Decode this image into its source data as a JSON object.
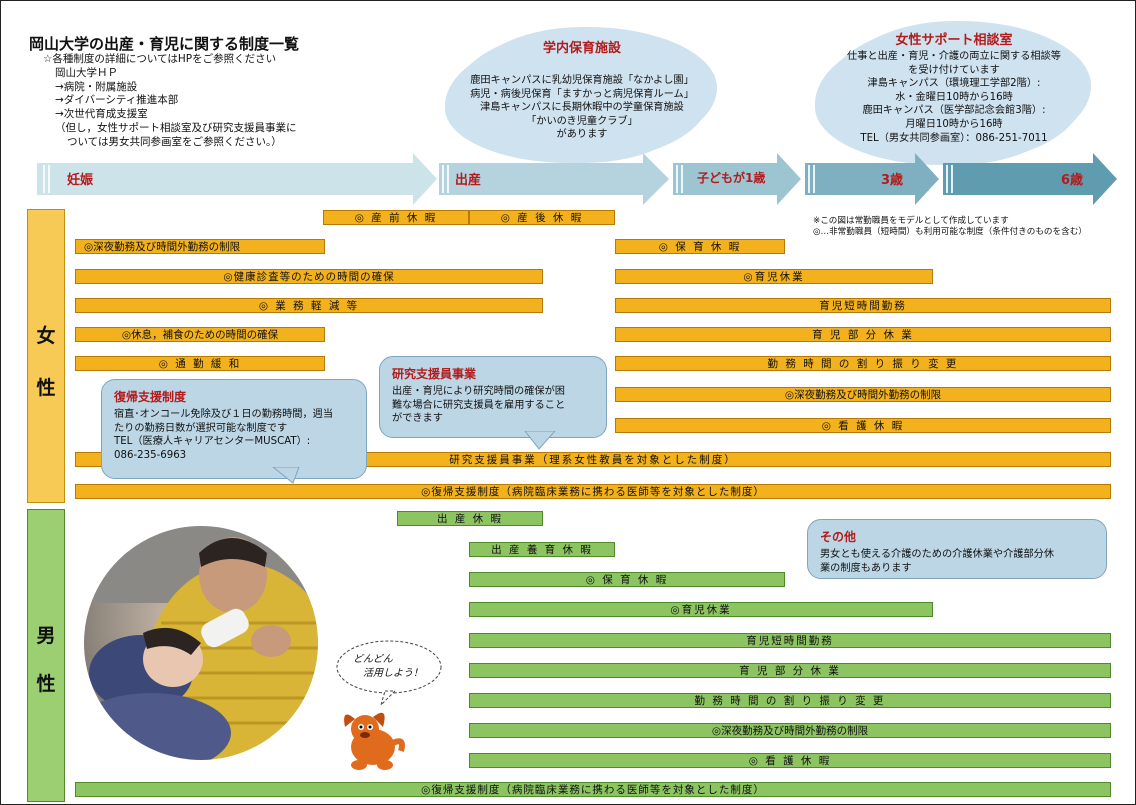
{
  "header": {
    "title": "岡山大学の出産・育児に関する制度一覧",
    "notes": [
      "☆各種制度の詳細についてはHPをご参照ください",
      "岡山大学ＨＰ",
      "→病院・附属施設",
      "→ダイバーシティ推進本部",
      "→次世代育成支援室",
      "（但し，女性サポート相談室及び研究支援員事業に",
      "ついては男女共同参画室をご参照ください。）"
    ]
  },
  "nursery_cloud": {
    "title": "学内保育施設",
    "lines": [
      "鹿田キャンパスに乳幼児保育施設「なかよし園」",
      "病児・病後児保育「ますかっと病児保育ルーム」",
      "津島キャンパスに長期休暇中の学童保育施設",
      "「かいのき児童クラブ」",
      "があります"
    ]
  },
  "support_cloud": {
    "title": "女性サポート相談室",
    "lines": [
      "仕事と出産・育児・介護の両立に関する相談等",
      "を受け付けています",
      "津島キャンパス（環境理工学部2階）:",
      "水・金曜日10時から16時",
      "鹿田キャンパス（医学部記念会館3階）:",
      "月曜日10時から16時",
      "TEL（男女共同参画室）：086-251-7011"
    ]
  },
  "timeline": {
    "stages": [
      "妊娠",
      "出産",
      "子どもが1歳",
      "3歳",
      "6歳"
    ],
    "colors": {
      "arrow_light": "#cde3ea",
      "arrow_mid": "#9cc4d1",
      "arrow_dark": "#5f9cb0",
      "stage_text": "#b21c1c"
    }
  },
  "legend": [
    "※この図は常勤職員をモデルとして作成しています",
    "◎…非常勤職員（短時間）も利用可能な制度（条件付きのものを含む）"
  ],
  "women": {
    "side_label": [
      "女",
      "性"
    ],
    "bars": [
      "◎ 産 前 休 暇",
      "◎ 産 後 休 暇",
      "◎深夜勤務及び時間外勤務の制限",
      "◎健康診査等のための時間の確保",
      "◎ 業 務 軽 減 等",
      "◎休息，補食のための時間の確保",
      "◎ 通 勤 緩 和",
      "◎ 保 育 休 暇",
      "◎育児休業",
      "育児短時間勤務",
      "育 児 部 分 休 業",
      "勤 務 時 間 の 割 り 振 り 変 更",
      "◎深夜勤務及び時間外勤務の制限",
      "◎ 看 護 休 暇",
      "研究支援員事業（理系女性教員を対象とした制度）",
      "◎復帰支援制度（病院臨床業務に携わる医師等を対象とした制度）"
    ],
    "color": "#f3b21d"
  },
  "men": {
    "side_label": [
      "男",
      "性"
    ],
    "bars": [
      "出 産 休 暇",
      "出 産 養 育 休 暇",
      "◎ 保 育 休 暇",
      "◎育児休業",
      "育児短時間勤務",
      "育 児 部 分 休 業",
      "勤 務 時 間 の 割 り 振 り 変 更",
      "◎深夜勤務及び時間外勤務の制限",
      "◎ 看 護 休 暇",
      "◎復帰支援制度（病院臨床業務に携わる医師等を対象とした制度）"
    ],
    "color": "#8cc462"
  },
  "callouts": {
    "return_support": {
      "title": "復帰支援制度",
      "lines": [
        "宿直･オンコール免除及び１日の勤務時間，週当",
        "たりの勤務日数が選択可能な制度です",
        "TEL（医療人キャリアセンターMUSCAT）:",
        "086-235-6963"
      ]
    },
    "research_support": {
      "title": "研究支援員事業",
      "lines": [
        "出産・育児により研究時間の確保が困",
        "難な場合に研究支援員を雇用すること",
        "ができます"
      ]
    },
    "other": {
      "title": "その他",
      "lines": [
        "男女とも使える介護のための介護休業や介護部分休",
        "業の制度もあります"
      ]
    }
  },
  "mascot_bubble": [
    "どんどん",
    "活用しよう！"
  ]
}
